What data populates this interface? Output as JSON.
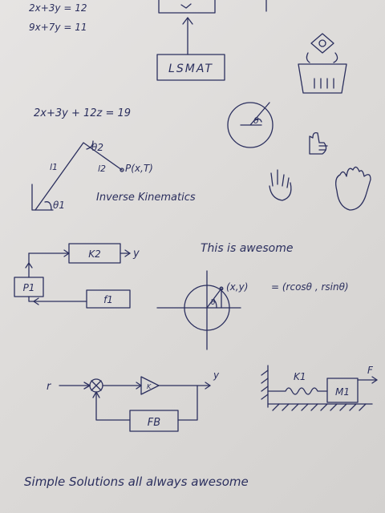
{
  "equations": {
    "eq1": "2x+3y = 12",
    "eq2": "9x+7y = 11",
    "eq3": "2x+3y + 12z = 19"
  },
  "lsmat_box": "LSMAT",
  "kinematics": {
    "theta2": "θ2",
    "link1": "l1",
    "link2": "l2",
    "point": "P(x,T)",
    "theta1": "θ1",
    "caption": "Inverse Kinematics"
  },
  "circle_theta": "θ",
  "block_diagram_1": {
    "forward_block": "K2",
    "output": "y",
    "plant": "P1",
    "feedback_block": "f1"
  },
  "awesome_text": "This is awesome",
  "polar": {
    "point": "(x,y)",
    "equation": "= (rcosθ , rsinθ)",
    "theta": "θ"
  },
  "block_diagram_2": {
    "input": "r",
    "gain": "K",
    "output": "y",
    "feedback": "FB"
  },
  "spring_mass": {
    "spring": "K1",
    "mass": "M1",
    "force": "F"
  },
  "footer_text": "Simple Solutions all always awesome"
}
